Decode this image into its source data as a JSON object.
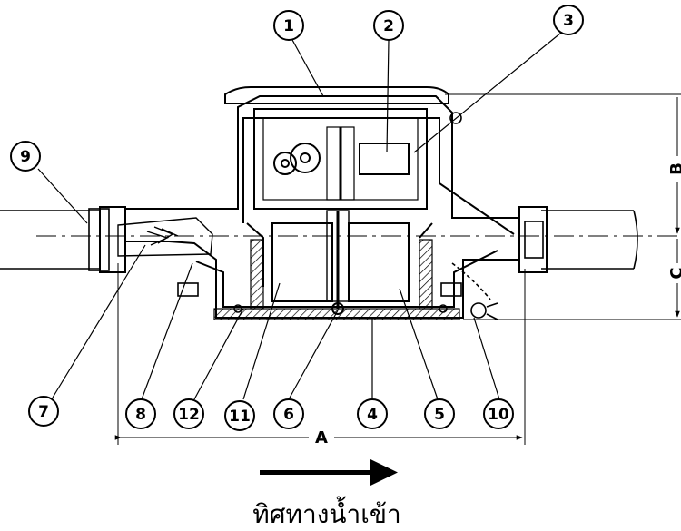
{
  "diagram": {
    "callouts": [
      "1",
      "2",
      "3",
      "4",
      "5",
      "6",
      "7",
      "8",
      "9",
      "10",
      "11",
      "12"
    ],
    "dimensions": {
      "a": "A",
      "b": "B",
      "c": "C"
    },
    "flow_caption": "ทิศทางน้ำเข้า"
  }
}
